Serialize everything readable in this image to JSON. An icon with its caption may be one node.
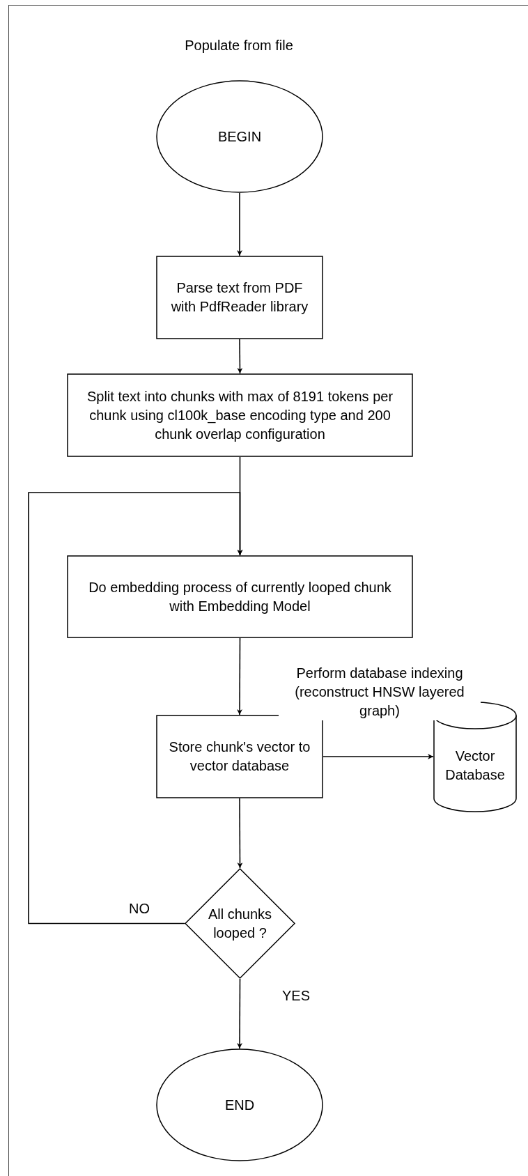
{
  "diagram": {
    "nodes": [
      {
        "text": [
          "BEGIN"
        ]
      },
      {
        "text": [
          "Parse text from PDF with PdfReader library"
        ]
      },
      {
        "text": [
          "Split text into chunks with max of 8191 tokens per chunk using cl100k_base encoding type and 200 chunk overlap configuration"
        ]
      },
      {
        "text": [
          "Do embedding process of currently looped chunk with Embedding Model"
        ]
      },
      {
        "text": [
          "Store chunk's vector to vector database"
        ]
      },
      {
        "text": [
          "Vector Database"
        ]
      },
      {
        "text": [
          "All chunks looped ?"
        ]
      },
      {
        "text": [
          "END"
        ]
      }
    ],
    "edges": [
      {
        "from": 0,
        "to": 1,
        "arrow": "to"
      },
      {
        "from": 1,
        "to": 2,
        "arrow": "to"
      },
      {
        "from": 2,
        "to": 3,
        "arrow": "to"
      },
      {
        "from": 3,
        "to": 4,
        "arrow": "to"
      },
      {
        "from": 4,
        "to": 5,
        "arrow": "to",
        "label": "Perform database indexing (reconstruct HNSW layered graph)"
      },
      {
        "from": 4,
        "to": 6,
        "arrow": "to"
      },
      {
        "from": 6,
        "to": 3,
        "arrow": "to",
        "label": "NO"
      },
      {
        "from": 6,
        "to": 7,
        "arrow": "to",
        "label": "YES"
      }
    ],
    "labels": [
      "Populate from file"
    ]
  }
}
